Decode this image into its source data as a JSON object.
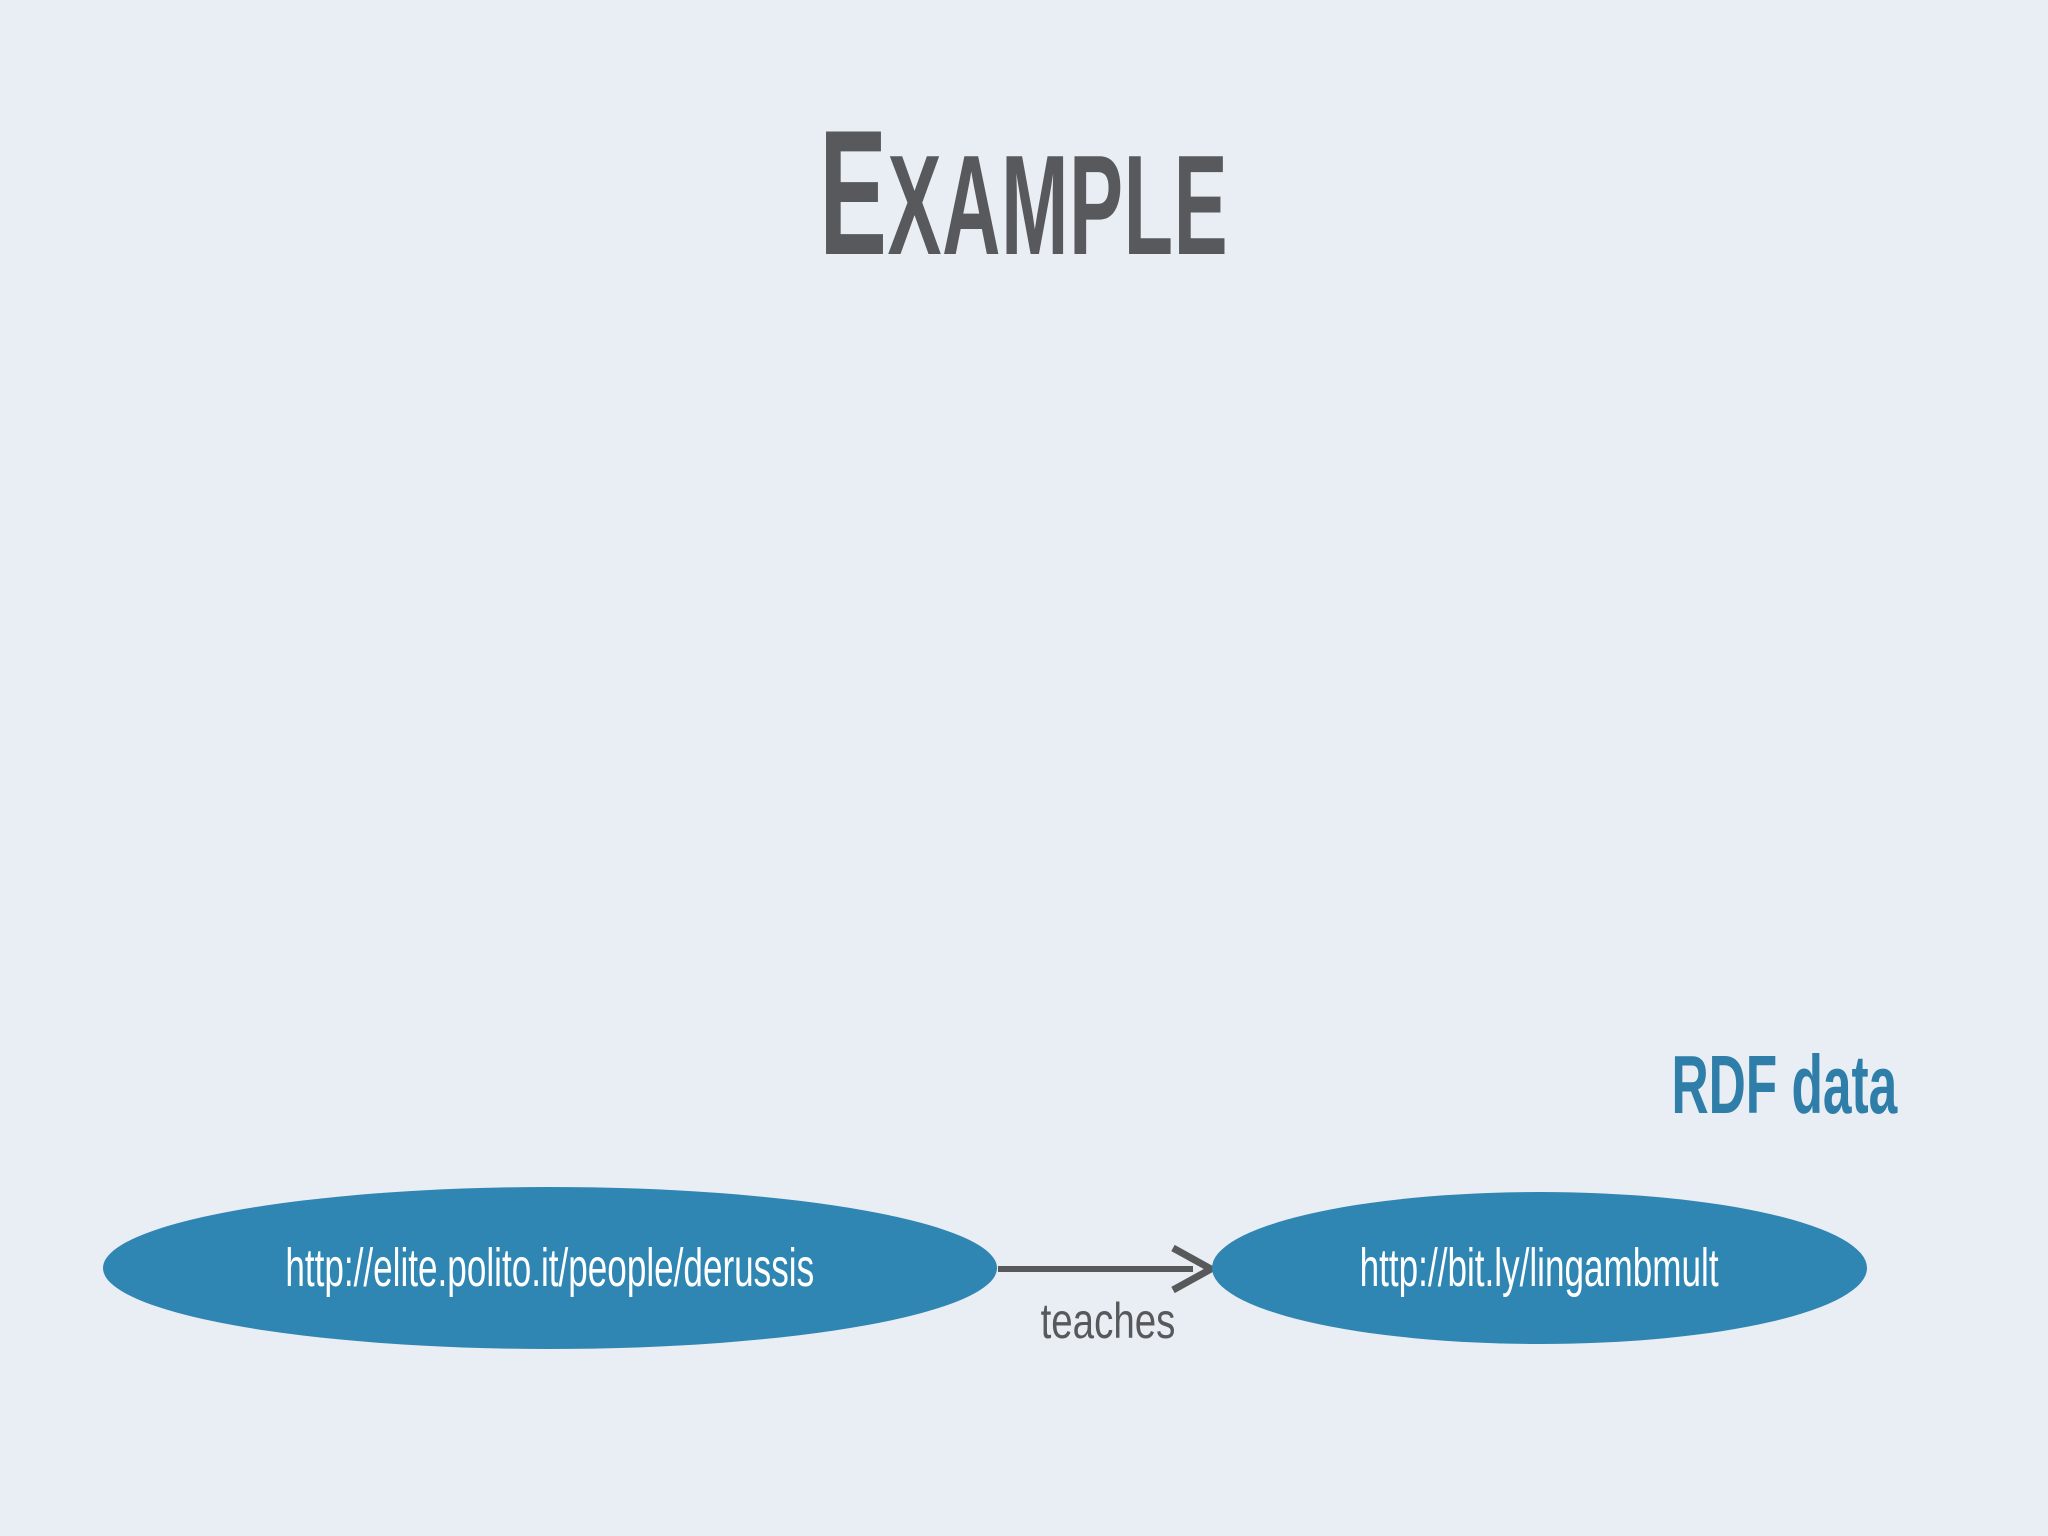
{
  "title": {
    "initial": "E",
    "rest": "XAMPLE"
  },
  "section_label": "RDF data",
  "graph": {
    "subject": "http://elite.polito.it/people/derussis",
    "predicate": "teaches",
    "object": "http://bit.ly/lingambmult"
  },
  "colors": {
    "background": "#E9EDF4",
    "node_fill": "#2F86B2",
    "node_text": "#FFFFFF",
    "title_gray": "#58595C",
    "accent_blue": "#2E7EA9",
    "arrow_gray": "#58595B"
  }
}
